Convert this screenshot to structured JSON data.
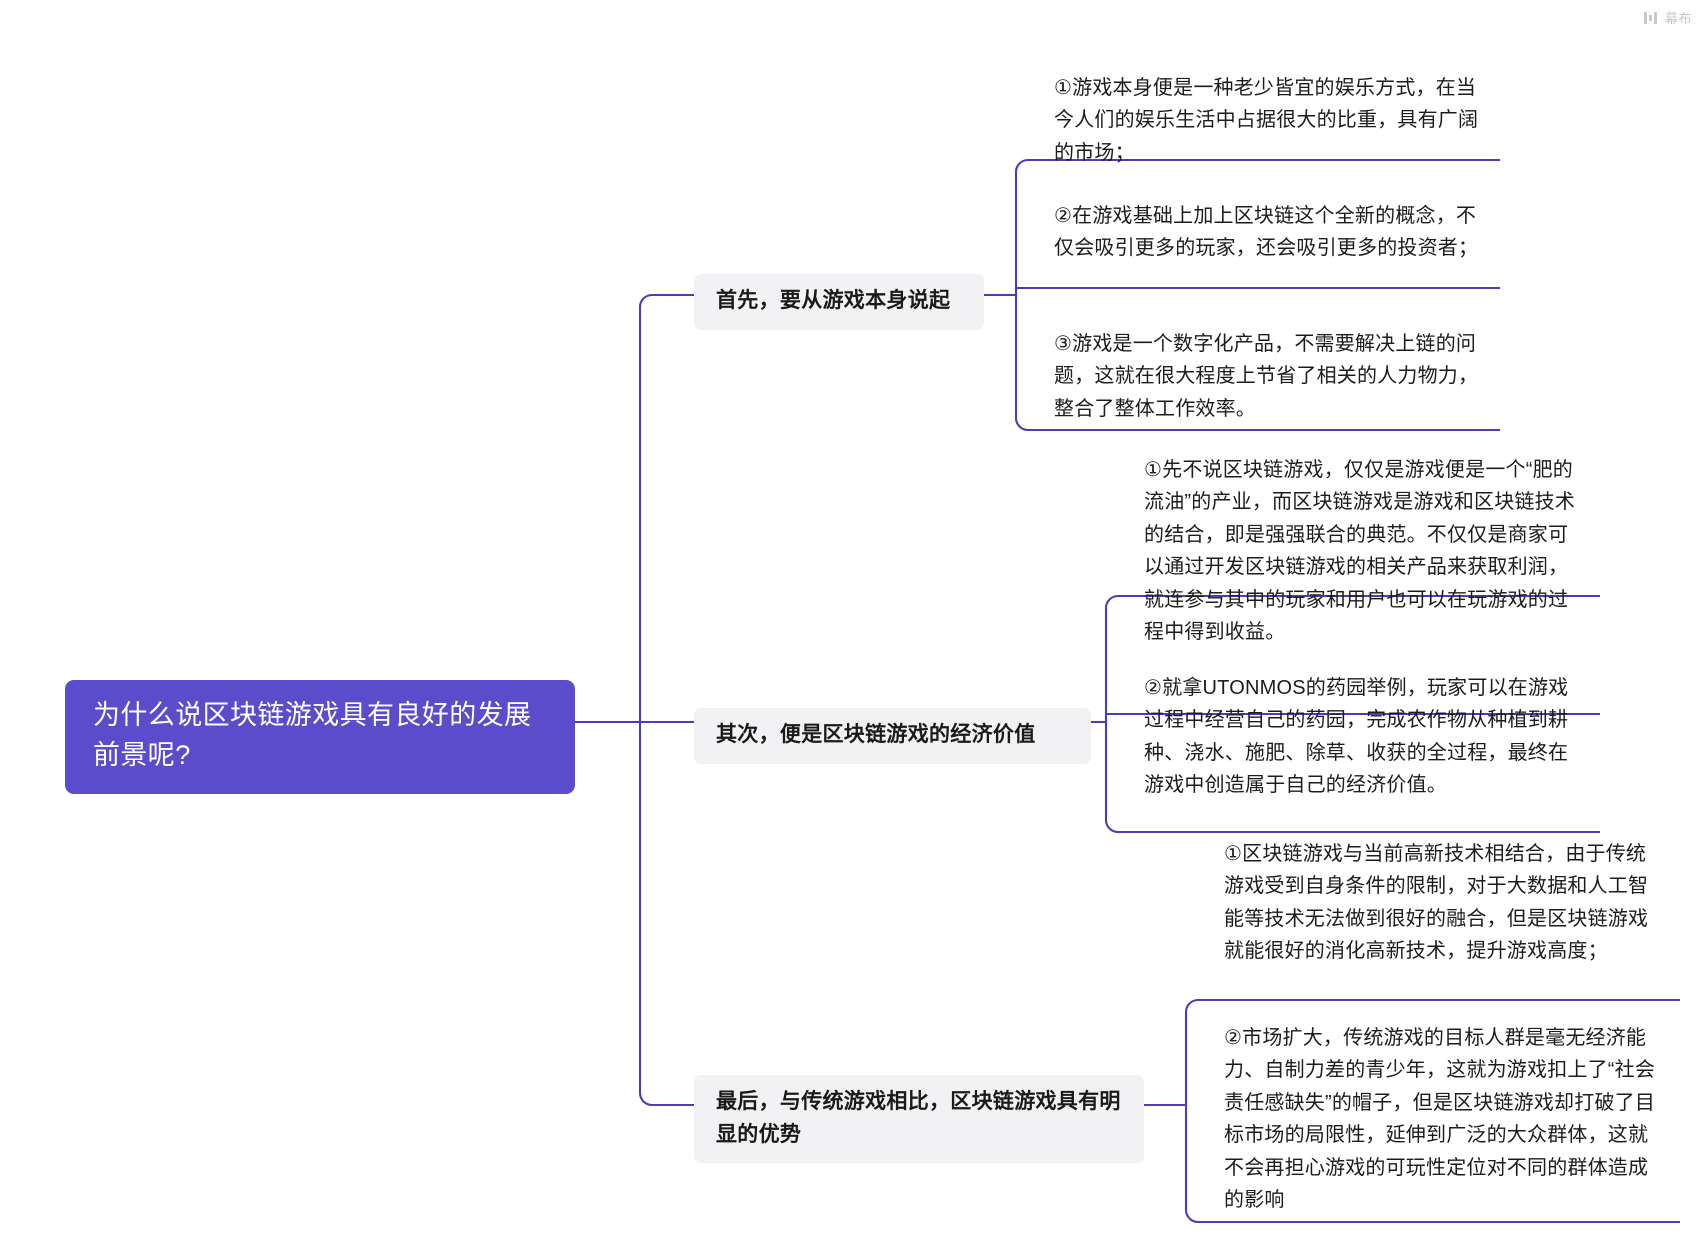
{
  "watermark": {
    "label": "幕布",
    "icon": "mubu-logo-icon"
  },
  "theme": {
    "accent": "#5b4ccc",
    "connector": "#4a3fb0",
    "branch_bg": "#f2f2f4",
    "page_bg": "#ffffff",
    "root_text": "#ffffff"
  },
  "mindmap": {
    "root": {
      "text": "为什么说区块链游戏具有良好的发展前景呢?"
    },
    "branches": [
      {
        "label": "首先，要从游戏本身说起",
        "leaves": [
          {
            "text": "①游戏本身便是一种老少皆宜的娱乐方式，在当今人们的娱乐生活中占据很大的比重，具有广阔的市场；"
          },
          {
            "text": "②在游戏基础上加上区块链这个全新的概念，不仅会吸引更多的玩家，还会吸引更多的投资者；"
          },
          {
            "text": "③游戏是一个数字化产品，不需要解决上链的问题，这就在很大程度上节省了相关的人力物力，整合了整体工作效率。"
          }
        ]
      },
      {
        "label": "其次，便是区块链游戏的经济价值",
        "leaves": [
          {
            "text": "①先不说区块链游戏，仅仅是游戏便是一个“肥的流油”的产业，而区块链游戏是游戏和区块链技术的结合，即是强强联合的典范。不仅仅是商家可以通过开发区块链游戏的相关产品来获取利润，就连参与其中的玩家和用户也可以在玩游戏的过程中得到收益。"
          },
          {
            "text": "②就拿UTONMOS的药园举例，玩家可以在游戏过程中经营自己的药园，完成农作物从种植到耕种、浇水、施肥、除草、收获的全过程，最终在游戏中创造属于自己的经济价值。"
          }
        ]
      },
      {
        "label": "最后，与传统游戏相比，区块链游戏具有明显的优势",
        "leaves": [
          {
            "text": "①区块链游戏与当前高新技术相结合，由于传统游戏受到自身条件的限制，对于大数据和人工智能等技术无法做到很好的融合，但是区块链游戏就能很好的消化高新技术，提升游戏高度；"
          },
          {
            "text": "②市场扩大，传统游戏的目标人群是毫无经济能力、自制力差的青少年，这就为游戏扣上了“社会责任感缺失”的帽子，但是区块链游戏却打破了目标市场的局限性，延伸到广泛的大众群体，这就不会再担心游戏的可玩性定位对不同的群体造成的影响"
          }
        ]
      }
    ]
  }
}
